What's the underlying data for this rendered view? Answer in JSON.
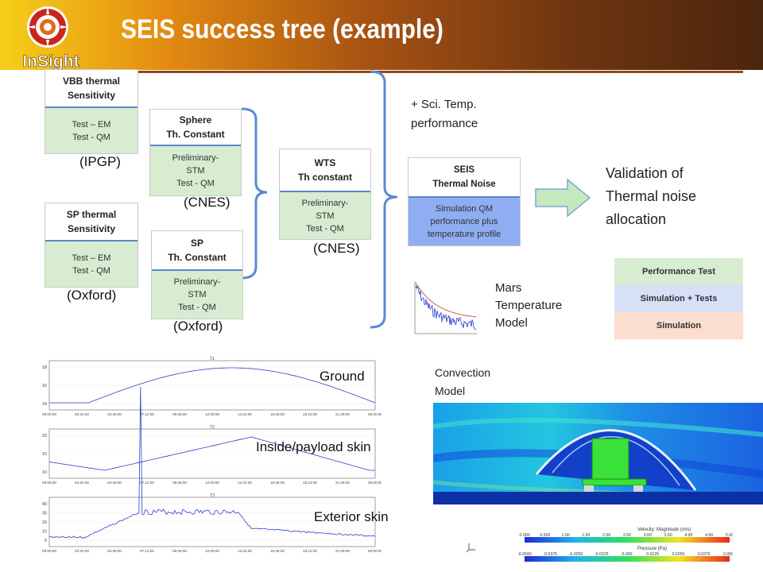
{
  "header": {
    "title": "SEIS success tree (example)",
    "logo_text": "InSight",
    "colors": {
      "left": "#f6d018",
      "mid": "#a75313",
      "right": "#4b250d"
    }
  },
  "nodes": {
    "vbb": {
      "title": "VBB thermal\nSensitivity",
      "body": "Test – EM\nTest - QM",
      "owner": "(IPGP)"
    },
    "sp_sens": {
      "title": "SP thermal\nSensitivity",
      "body": "Test – EM\nTest - QM",
      "owner": "(Oxford)"
    },
    "sphere": {
      "title": "Sphere\nTh. Constant",
      "body": "Preliminary-\nSTM\nTest - QM",
      "owner": "(CNES)"
    },
    "sp_const": {
      "title": "SP\nTh. Constant",
      "body": "Preliminary-\nSTM\nTest - QM",
      "owner": "(Oxford)"
    },
    "wts": {
      "title": "WTS\nTh constant",
      "body": "Preliminary-\nSTM\nTest - QM",
      "owner": "(CNES)"
    },
    "seis": {
      "title": "SEIS\nThermal Noise",
      "body": "Simulation QM\nperformance plus\ntemperature profile"
    }
  },
  "annotations": {
    "sci_temp": "+ Sci.  Temp.\nperformance",
    "validation": "Validation of\nThermal noise\nallocation",
    "mars_model": "Mars\nTemperature\nModel",
    "convection": "Convection\nModel"
  },
  "legend": [
    {
      "label": "Performance Test",
      "color": "#d7ecd0"
    },
    {
      "label": "Simulation + Tests",
      "color": "#d6e0f7"
    },
    {
      "label": "Simulation",
      "color": "#fbdecd"
    }
  ],
  "plots": [
    {
      "label": "Ground",
      "top_label": "T1",
      "y_ticks": [
        "18",
        "16",
        "14"
      ],
      "x_ticks": [
        "00:00:00",
        "02:24:00",
        "04:48:00",
        "07:12:00",
        "09:36:00",
        "12:00:00",
        "14:24:00",
        "16:48:00",
        "19:12:00",
        "21:36:00",
        "00:00:00"
      ]
    },
    {
      "label": "Inside/payload skin",
      "top_label": "T2",
      "y_ticks": [
        "20",
        "15",
        "10"
      ],
      "x_ticks": [
        "00:00:00",
        "02:24:00",
        "04:48:00",
        "07:12:00",
        "09:36:00",
        "12:00:00",
        "14:24:00",
        "16:48:00",
        "19:12:00",
        "21:36:00",
        "00:00:00"
      ]
    },
    {
      "label": "Exterior skin",
      "top_label": "T3",
      "y_ticks": [
        "40",
        "30",
        "20",
        "10",
        "0"
      ],
      "x_ticks": [
        "00:00:00",
        "02:24:00",
        "04:48:00",
        "07:12:00",
        "09:36:00",
        "12:00:00",
        "14:24:00",
        "16:48:00",
        "19:12:00",
        "21:36:00",
        "00:00:00"
      ]
    }
  ],
  "colorbars": {
    "velocity": {
      "title": "Velocity: Magnitude (m/s)",
      "ticks": [
        "0.000",
        "0.500",
        "1.00",
        "1.50",
        "2.00",
        "2.50",
        "3.00",
        "3.50",
        "4.00",
        "4.50",
        "5.00"
      ]
    },
    "pressure": {
      "title": "Pressure (Pa)",
      "ticks": [
        "-0.0500",
        "-0.0375",
        "-0.0250",
        "-0.0125",
        "0.000",
        "0.0125",
        "0.0250",
        "0.0375",
        "0.0500"
      ]
    }
  }
}
